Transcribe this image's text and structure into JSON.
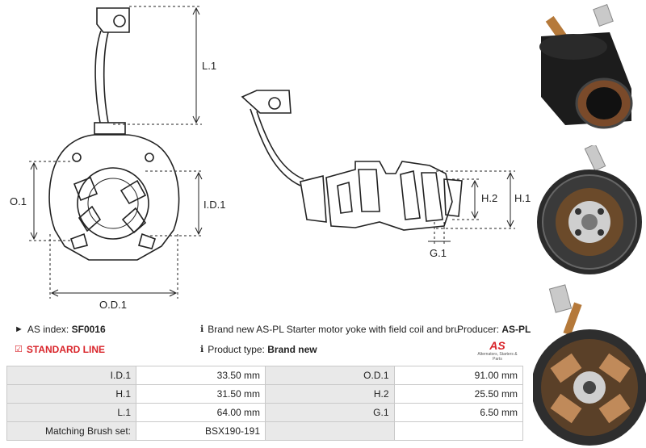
{
  "drawing": {
    "labels": {
      "l1": "L.1",
      "o1": "O.1",
      "id1": "I.D.1",
      "od1": "O.D.1",
      "h1": "H.1",
      "h2": "H.2",
      "g1": "G.1"
    }
  },
  "info": {
    "as_index_label": "AS index:",
    "as_index_value": "SF0016",
    "standard_line": "STANDARD LINE",
    "description": "Brand new AS-PL Starter motor yoke with field coil and brushes",
    "product_type_label": "Product type:",
    "product_type_value": "Brand new",
    "producer_label": "Producer:",
    "producer_value": "AS-PL",
    "logo_text": "AS",
    "logo_tagline": "Alternators, Starters & Parts"
  },
  "colors": {
    "accent_red": "#d9252b",
    "label_bg": "#e9e9e9",
    "border": "#c9c9c9"
  },
  "specs": [
    {
      "label1": "I.D.1",
      "value1": "33.50 mm",
      "label2": "O.D.1",
      "value2": "91.00 mm"
    },
    {
      "label1": "H.1",
      "value1": "31.50 mm",
      "label2": "H.2",
      "value2": "25.50 mm"
    },
    {
      "label1": "L.1",
      "value1": "64.00 mm",
      "label2": "G.1",
      "value2": "6.50 mm"
    },
    {
      "label1": "Matching Brush set:",
      "value1": "BSX190-191",
      "label2": "",
      "value2": ""
    }
  ]
}
